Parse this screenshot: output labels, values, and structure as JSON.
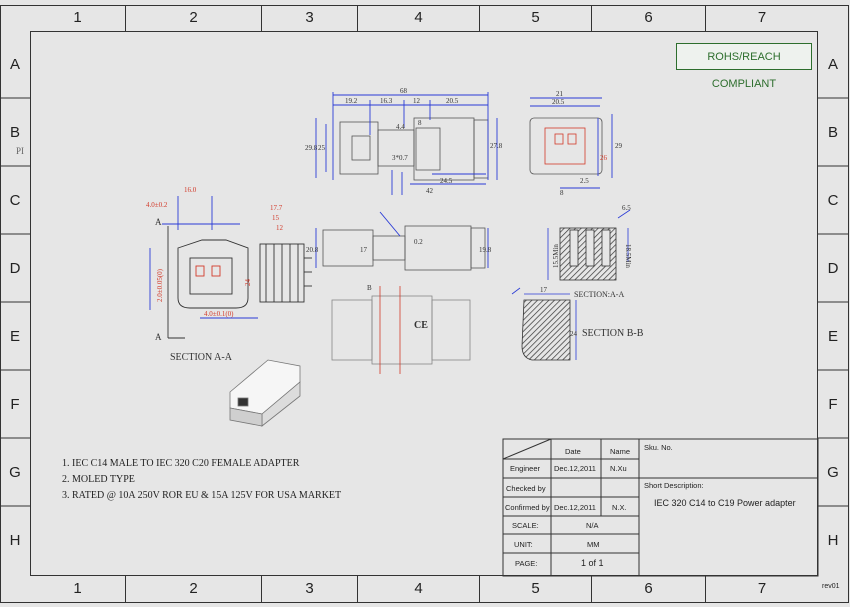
{
  "grid": {
    "columns": [
      "1",
      "2",
      "3",
      "4",
      "5",
      "6",
      "7"
    ],
    "rows": [
      "A",
      "B",
      "C",
      "D",
      "E",
      "F",
      "G",
      "H"
    ]
  },
  "compliance": "ROHS/REACH COMPLIANT",
  "notes": [
    "1. IEC C14 MALE TO IEC 320 C20 FEMALE ADAPTER",
    "2. MOLED TYPE",
    "3. RATED @ 10A 250V ROR EU & 15A 125V FOR USA MARKET"
  ],
  "drawing": {
    "dims_top": [
      "68",
      "19.2",
      "16.3",
      "12",
      "20.5",
      "4.4",
      "8",
      "3*0.7",
      "24.5",
      "42",
      "29.8",
      "25",
      "27.8"
    ],
    "dims_right": [
      "21",
      "20.5",
      "29",
      "26",
      "2.5",
      "8",
      "6.5",
      "15.5Min",
      "18.5Min"
    ],
    "dims_left": [
      "16.0",
      "4.0±0.2",
      "17.7",
      "15",
      "12",
      "4.0±0.1(0)",
      "24",
      "2.0±0.05(0)"
    ],
    "dims_mid": [
      "20.8",
      "17",
      "19.8",
      "0.2"
    ],
    "dims_bb": [
      "17",
      "24"
    ],
    "labels": {
      "a": "A",
      "b": "B",
      "section_aa_left": "SECTION   A-A",
      "section_aa_right": "SECTION:A-A",
      "section_bb": "SECTION   B-B",
      "ce": "CE",
      "pi": "PI"
    }
  },
  "title_block": {
    "col_date": "Date",
    "col_name": "Name",
    "engineer_label": "Engineer",
    "engineer_date": "Dec.12,2011",
    "engineer_name": "N.Xu",
    "checked_label": "Checked by",
    "confirmed_label": "Confirmed by",
    "confirmed_date": "Dec.12,2011",
    "confirmed_name": "N.X.",
    "scale_label": "SCALE:",
    "scale_value": "N/A",
    "unit_label": "UNIT:",
    "unit_value": "MM",
    "page_label": "PAGE:",
    "page_value": "1 of 1",
    "sku_label": "Sku. No.",
    "short_desc_label": "Short Description:",
    "short_desc": "IEC 320 C14 to C19 Power adapter"
  },
  "revision": "rev01",
  "colors": {
    "blue_dim": "#2a3bd6",
    "red_dim": "#d23a2a",
    "green_badge": "#2d6e2d"
  }
}
